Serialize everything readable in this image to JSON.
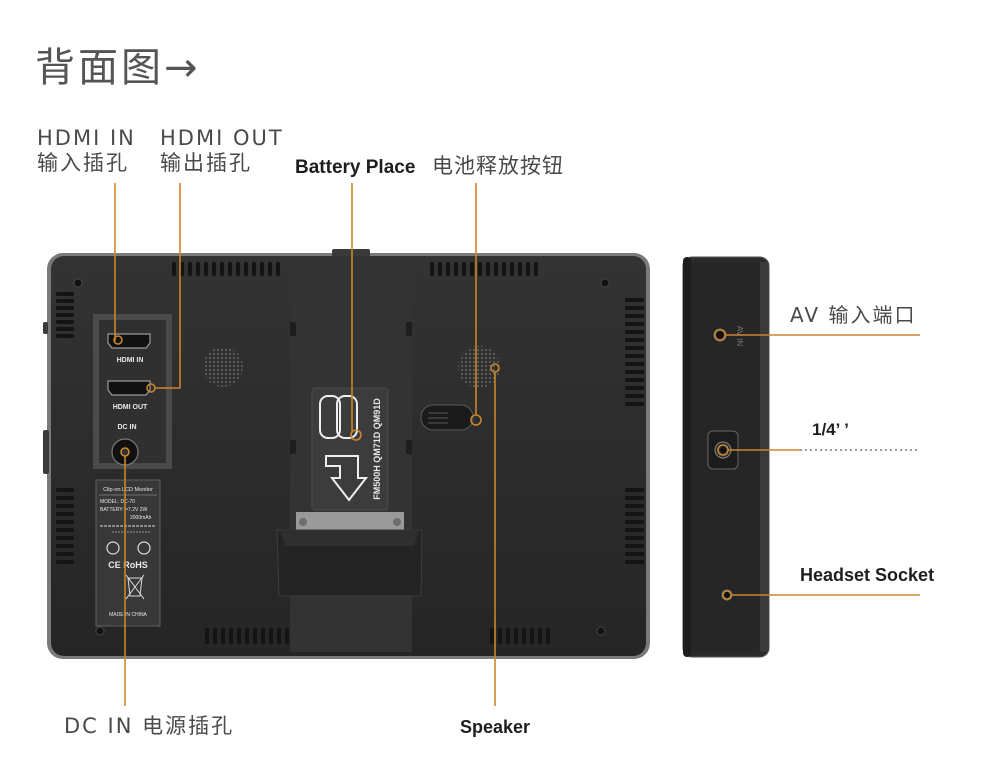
{
  "title": "背面图→",
  "callouts": {
    "hdmi_in": {
      "en": "HDMI IN",
      "zh": "输入插孔"
    },
    "hdmi_out": {
      "en": "HDMI OUT",
      "zh": "输出插孔"
    },
    "battery_place": "Battery Place",
    "battery_release": "电池释放按钮",
    "av_input": "AV 输入端口",
    "tripod_mount": "1/4’ ’",
    "headset_socket": "Headset Socket",
    "dc_in": "DC IN 电源插孔",
    "speaker": "Speaker"
  },
  "device": {
    "port_labels": {
      "hdmi_in": "HDMI IN",
      "hdmi_out": "HDMI OUT",
      "dc_in": "DC IN"
    },
    "spec_sticker": {
      "product": "Clip-on LCD Monitor",
      "model": "MODEL: DC-70",
      "battery": "BATTERY: =7.2V 2W",
      "capacity": "2000mAh",
      "certifications": "CE RoHS",
      "origin": "MADE IN CHINA"
    },
    "battery_models": "FM500H QM71D QM91D",
    "side_port_label": "AV IN"
  },
  "colors": {
    "accent_leader": "#c9862c",
    "device_body": "#2c2c2c",
    "label_text": "#4a4a4a",
    "bold_text": "#1e1e1e"
  }
}
